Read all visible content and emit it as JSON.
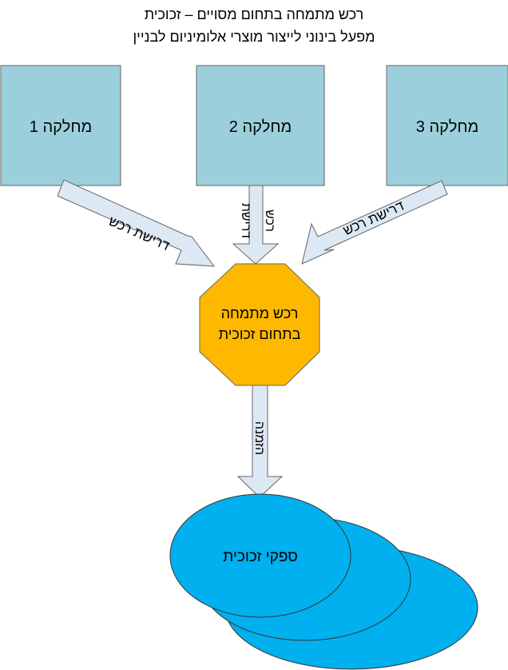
{
  "title": {
    "line1": "רכש מתמחה בתחום מסויים – זכוכית",
    "line2": "מפעל בינוני לייצור מוצרי אלומיניום לבניין"
  },
  "departments": [
    {
      "label": "מחלקה 1"
    },
    {
      "label": "מחלקה 2"
    },
    {
      "label": "מחלקה 3"
    }
  ],
  "arrows": {
    "demand_left": "דרישת רכש",
    "demand_center_line1": "דרישת",
    "demand_center_line2": "רכש",
    "demand_right": "דרישת רכש",
    "order": "הזמנה"
  },
  "hub": {
    "line1": "רכש מתמחה",
    "line2": "בתחום זכוכית"
  },
  "suppliers": {
    "label": "ספקי זכוכית"
  },
  "colors": {
    "department_fill": "#9ccfdc",
    "hub_fill": "#ffb800",
    "supplier_fill": "#00b0ef",
    "arrow_fill": "#dde8f5"
  }
}
